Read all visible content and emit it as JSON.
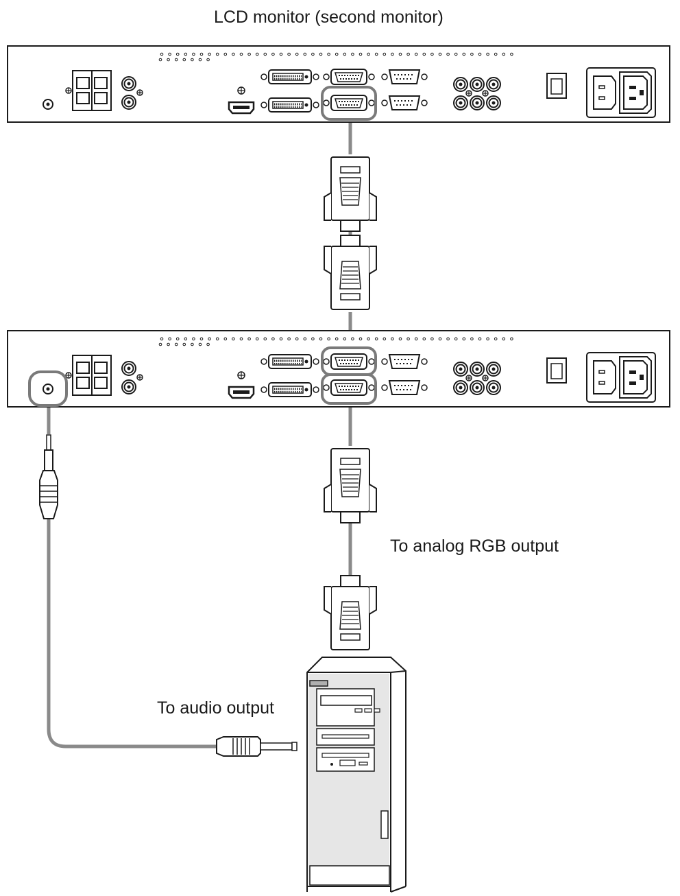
{
  "labels": {
    "second_monitor": "LCD monitor (second monitor)",
    "analog_rgb_output": "To analog RGB output",
    "audio_output": "To audio output"
  },
  "colors": {
    "line": "#1a1a1a",
    "highlight": "#7a7a7a",
    "cable": "#8a8a8a",
    "pc_face": "#e6e6e6"
  },
  "icons": [
    "panel-grille-dots",
    "dvi-port-icon",
    "vga-port-icon",
    "serial-port-icon",
    "hdmi-port-icon",
    "rca-jack-icon",
    "power-switch-icon",
    "ac-inlet-icon",
    "audio-jack-icon",
    "vga-plug-icon",
    "stereo-plug-icon",
    "pc-tower-icon"
  ]
}
